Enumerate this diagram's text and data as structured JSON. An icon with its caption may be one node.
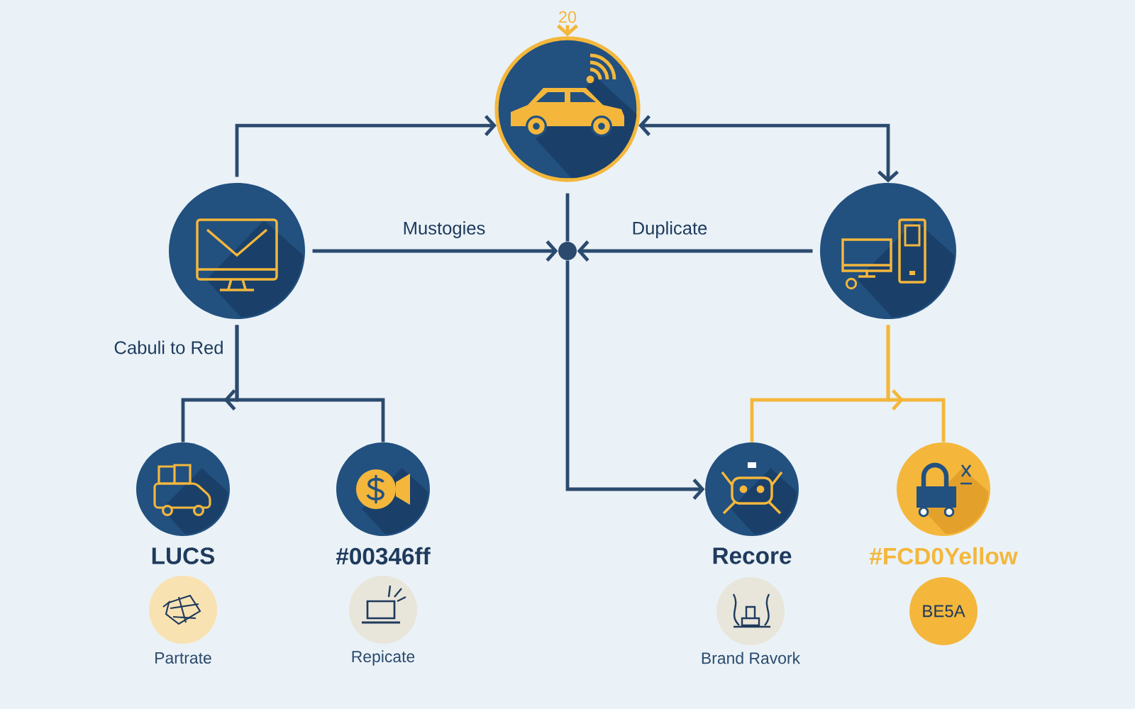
{
  "diagram": {
    "nodes": [
      {
        "text": [
          "20"
        ]
      },
      {
        "text": [],
        "shape": "circle"
      },
      {
        "text": [],
        "shape": "circle"
      },
      {
        "text": [],
        "shape": "circle"
      },
      {
        "text": [],
        "shape": "circle"
      },
      {
        "text": [
          "LUCS"
        ]
      },
      {
        "text": [
          "#00346ff"
        ]
      },
      {
        "text": [
          "Recore"
        ]
      },
      {
        "text": [
          "#FCD0Yellow"
        ]
      },
      {
        "text": [
          "Partrate"
        ]
      },
      {
        "text": [
          "Repicate"
        ]
      },
      {
        "text": [
          "Brand Ravork"
        ]
      },
      {
        "text": [
          "BE5A"
        ]
      }
    ],
    "edges": [
      {
        "from": 0,
        "to": 1,
        "arrow": "to",
        "color": "#f4b73c"
      },
      {
        "from": 2,
        "to": 1,
        "arrow": "to"
      },
      {
        "from": 1,
        "to": 4,
        "arrow": "both"
      },
      {
        "from": 2,
        "to": 3,
        "arrow": "to",
        "label": "Mustogies"
      },
      {
        "from": 4,
        "to": 3,
        "arrow": "to",
        "label": "Duplicate"
      },
      {
        "from": 1,
        "to": 3,
        "arrow": "none"
      },
      {
        "from": 3,
        "to": 7,
        "arrow": "to"
      },
      {
        "from": 2,
        "to": 5,
        "arrow": "to",
        "label": "Cabuli to Red"
      },
      {
        "from": 2,
        "to": 6,
        "arrow": "none"
      },
      {
        "from": 4,
        "to": 7,
        "arrow": "none",
        "color": "#f4b73c"
      },
      {
        "from": 4,
        "to": 8,
        "arrow": "to",
        "color": "#f4b73c"
      }
    ]
  }
}
